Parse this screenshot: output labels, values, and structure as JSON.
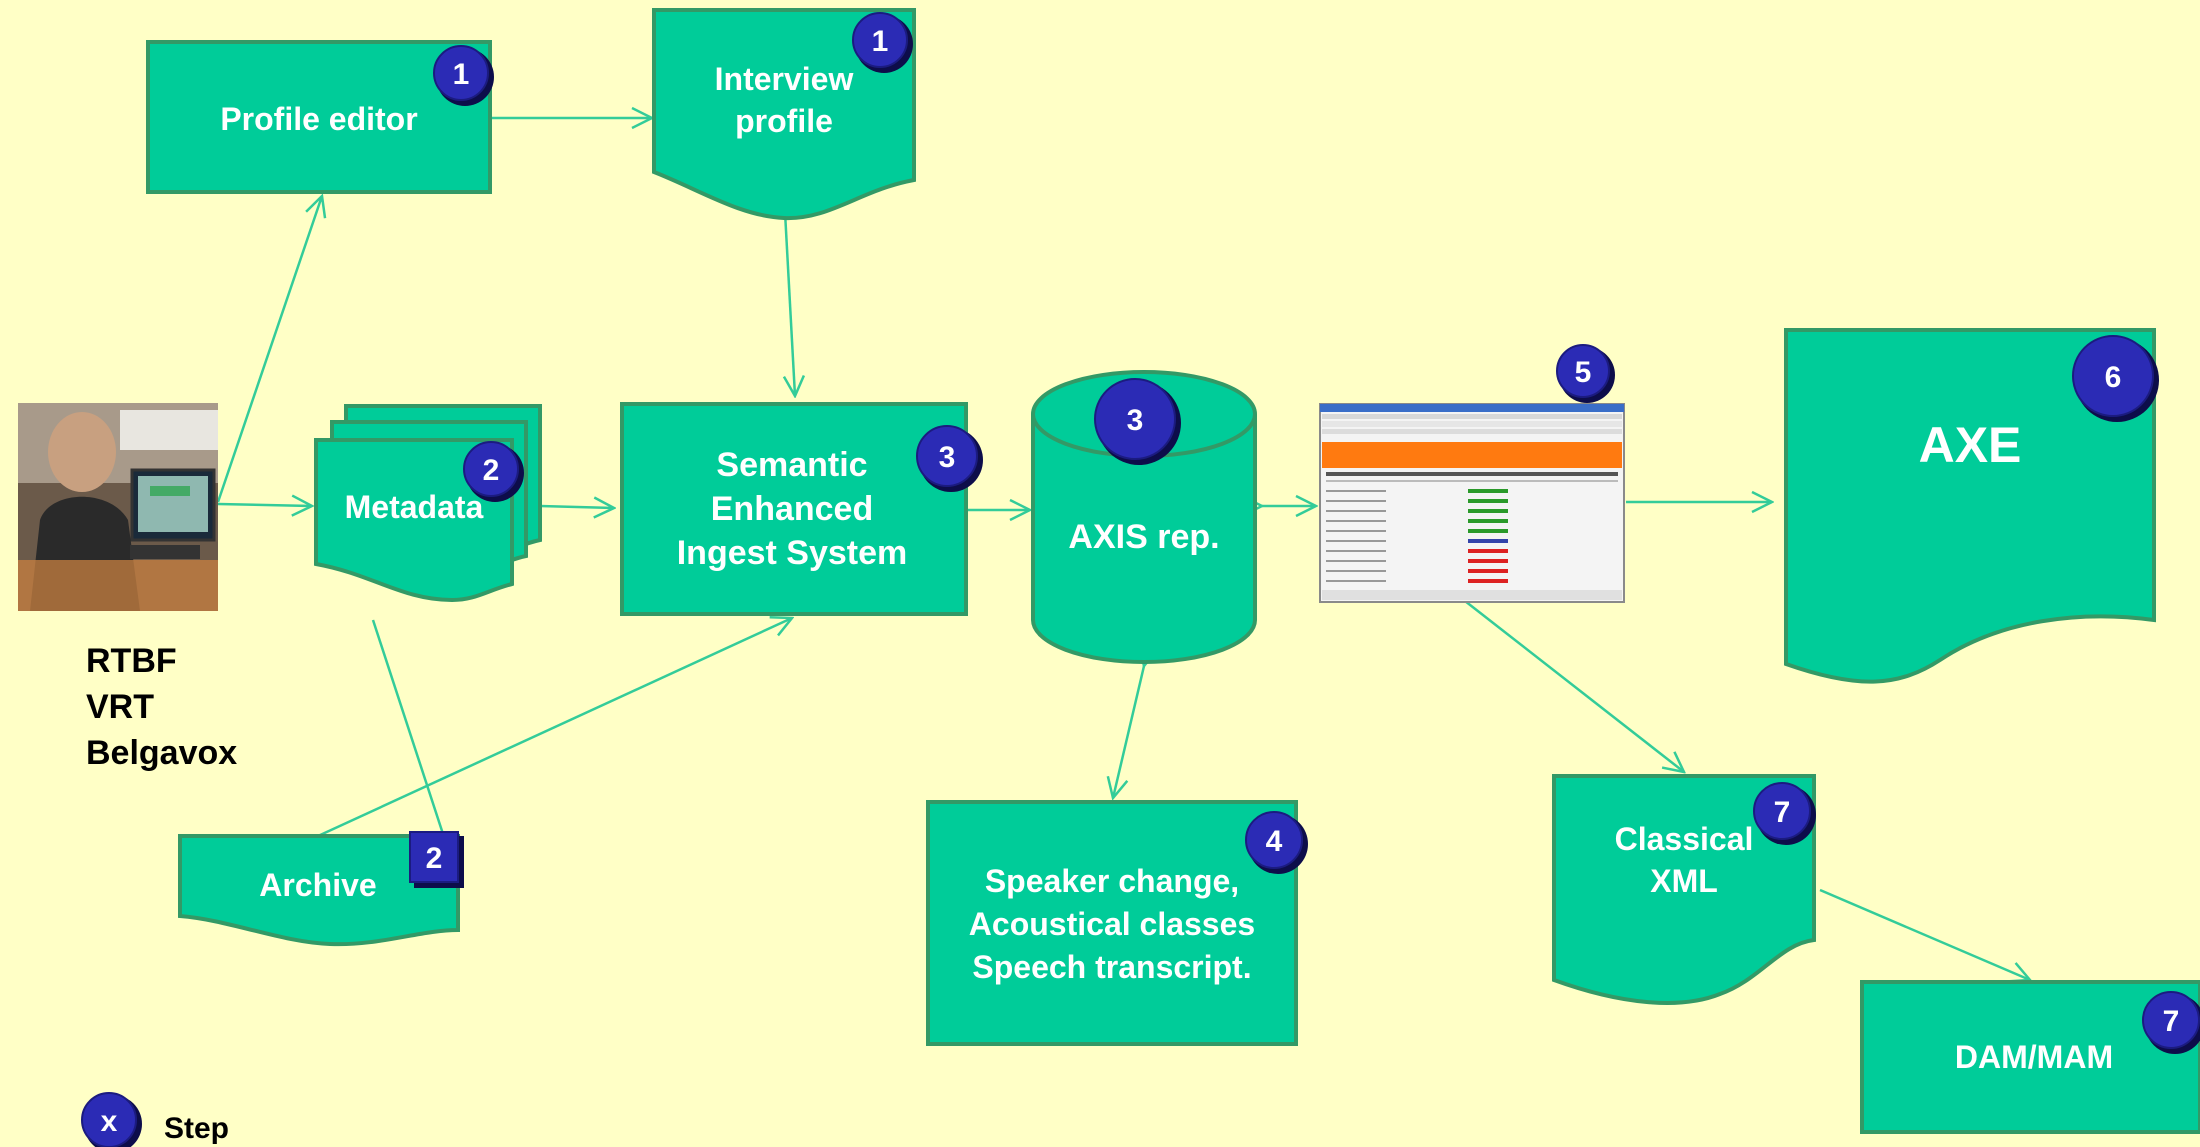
{
  "nodes": {
    "profile_editor": {
      "label": "Profile editor",
      "step": "1"
    },
    "interview_profile": {
      "lines": [
        "Interview",
        "profile"
      ],
      "step": "1"
    },
    "metadata": {
      "label": "Metadata",
      "step": "2"
    },
    "archive": {
      "label": "Archive",
      "step": "2"
    },
    "seis": {
      "lines": [
        "Semantic",
        "Enhanced",
        "Ingest System"
      ],
      "step": "3"
    },
    "axis": {
      "label": "AXIS rep.",
      "step": "3"
    },
    "speaker": {
      "lines": [
        "Speaker change,",
        "Acoustical classes",
        "Speech transcript."
      ],
      "step": "4"
    },
    "screenshot": {
      "step": "5"
    },
    "axe": {
      "label": "AXE",
      "step": "6"
    },
    "classical_xml": {
      "lines": [
        "Classical",
        "XML"
      ],
      "step": "7"
    },
    "dam_mam": {
      "label": "DAM/MAM",
      "step": "7"
    }
  },
  "broadcasters": [
    "RTBF",
    "VRT",
    "Belgavox"
  ],
  "legend": {
    "symbol": "x",
    "label": "Step"
  },
  "colors": {
    "background": "#ffffc6",
    "shape_fill": "#00cc99",
    "shape_border": "#339966",
    "connector": "#33cc99",
    "badge": "#2b2bb5"
  }
}
